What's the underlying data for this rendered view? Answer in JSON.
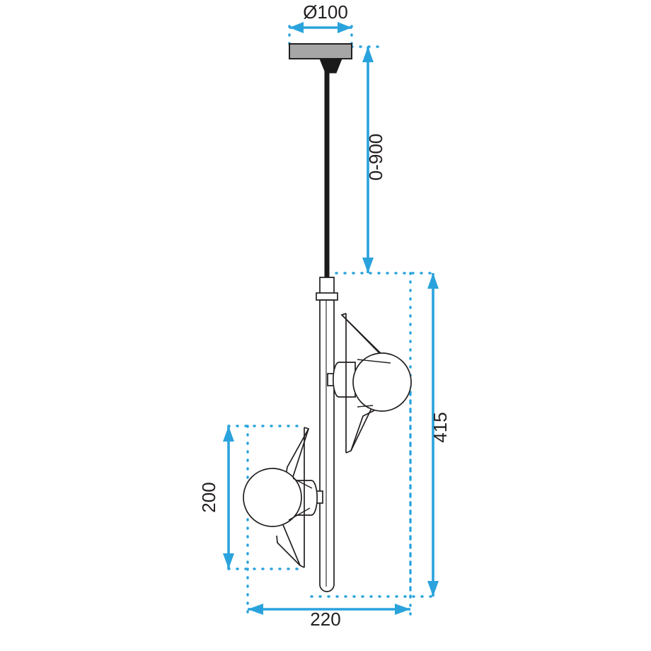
{
  "drawing": {
    "type": "technical-dimension-drawing",
    "subject": "two-light pendant lamp with rod and cone shades",
    "background_color": "#ffffff",
    "line_color": "#231f20",
    "dimension_color": "#2aa3dd",
    "canopy_fill": "#a6a6a6",
    "cable_color": "#1a1a1a"
  },
  "dimensions": {
    "canopy_diameter": {
      "label": "Ø100",
      "orientation": "horizontal",
      "position": "top"
    },
    "cable_drop": {
      "label": "0-900",
      "orientation": "vertical-rotated",
      "position": "upper-right"
    },
    "fixture_height": {
      "label": "415",
      "orientation": "vertical-rotated",
      "position": "right"
    },
    "lower_head_height": {
      "label": "200",
      "orientation": "vertical-rotated",
      "position": "lower-left"
    },
    "overall_width": {
      "label": "220",
      "orientation": "horizontal",
      "position": "bottom"
    }
  }
}
